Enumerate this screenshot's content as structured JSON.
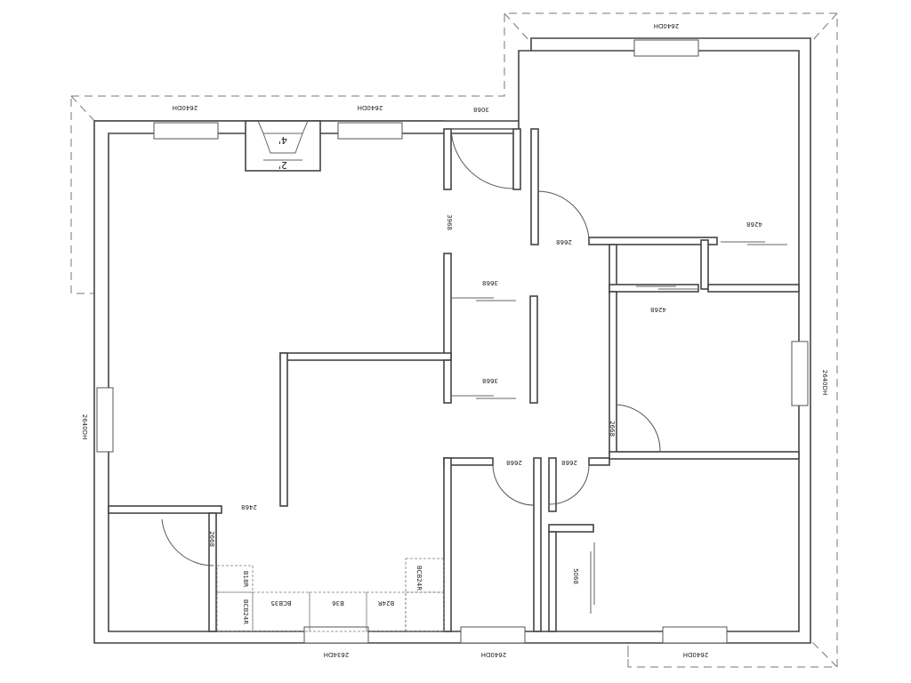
{
  "plan": {
    "windows": {
      "top_left_1": "2640DH",
      "top_left_2": "2640DH",
      "top_right": "2640DH",
      "right_side": "2640DH",
      "left_side": "2640DH",
      "bottom_left": "2634DH",
      "bottom_middle": "2640DH",
      "bottom_right": "2640DH"
    },
    "doors": {
      "entry": "3068",
      "hall_top": "3968",
      "bath_top": "2668",
      "closet_upper": "3668",
      "closet_lower": "3668",
      "closet_right_top": "4268",
      "closet_right_mid": "4268",
      "bedroom_right": "2668",
      "bath_lower_left": "2668",
      "bath_lower_right": "2668",
      "living_opening": "2468",
      "laundry": "2668",
      "bedroom_closet_bottom": "5068"
    },
    "fireplace": {
      "depth": "2'",
      "width": "4'"
    },
    "cabinets": {
      "b18r": "B18R",
      "bcb24r_left": "BCB24R",
      "bcb35": "BCB35",
      "b36": "B36",
      "b24r": "B24R",
      "bcb24r_right": "BCB24R"
    }
  }
}
